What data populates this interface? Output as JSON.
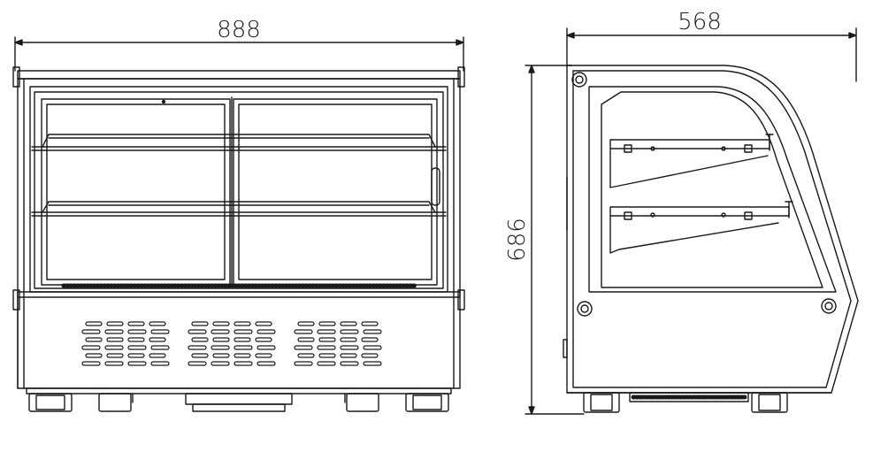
{
  "dimensions": {
    "front_width": "888",
    "side_depth": "568",
    "height": "686"
  },
  "colors": {
    "line": "#1a1a1a",
    "background": "#ffffff"
  }
}
